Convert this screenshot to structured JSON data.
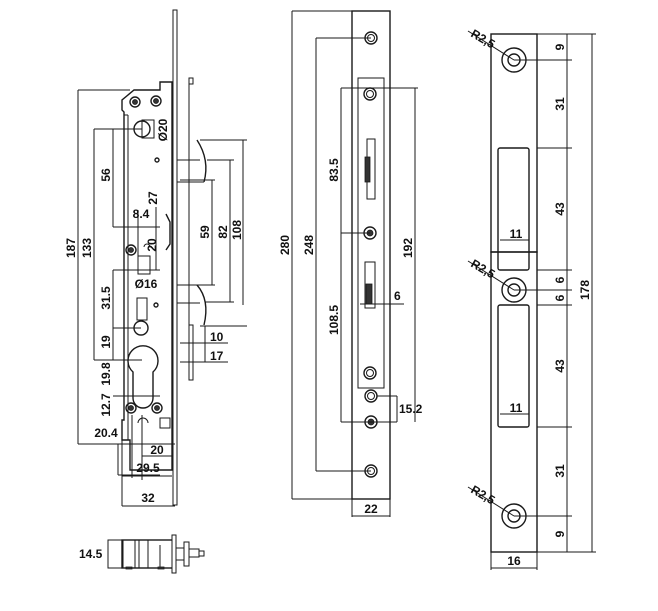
{
  "drawing": {
    "title": "Mortise lock, faceplate and strike plate dimensions",
    "lock_body": {
      "height_total": "187",
      "height_inner": "133",
      "spindle_hole_diameter": "Ø20",
      "spindle_to_cylinder": "56",
      "latch_offset": "27",
      "small_width": "8.4",
      "small_height": "20",
      "cylinder_hole_diameter": "Ø16",
      "upper_cylinder_offset": "31.5",
      "cylinder_upper": "19",
      "cylinder_lower": "19.8",
      "bottom_offset": "12.7",
      "backset_left": "20.4",
      "backset": "20",
      "depth": "29.5",
      "total_width": "32",
      "bolt_spacing_inner": "59",
      "bolt_spacing_mid": "82",
      "bolt_spacing_outer": "108",
      "latch_throw": "10",
      "bolt_throw": "17",
      "side_view_thickness": "14.5"
    },
    "faceplate": {
      "length_total": "280",
      "hole_spacing": "248",
      "keeper_length": "192",
      "upper_offset": "83.5",
      "lower_offset": "108.5",
      "bolt_width": "6",
      "hole_gap": "15.2",
      "width": "22"
    },
    "strike_plate": {
      "radius_top": "R2,5",
      "radius_mid": "R2,5",
      "radius_bottom": "R2,5",
      "top_edge": "9",
      "top_gap": "31",
      "upper_slot": "43",
      "slot_width_upper": "11",
      "mid_gap_top": "6",
      "mid_gap_bottom": "6",
      "total_length": "178",
      "lower_slot": "43",
      "slot_width_lower": "11",
      "bottom_gap": "31",
      "bottom_edge": "9",
      "width": "16"
    }
  }
}
